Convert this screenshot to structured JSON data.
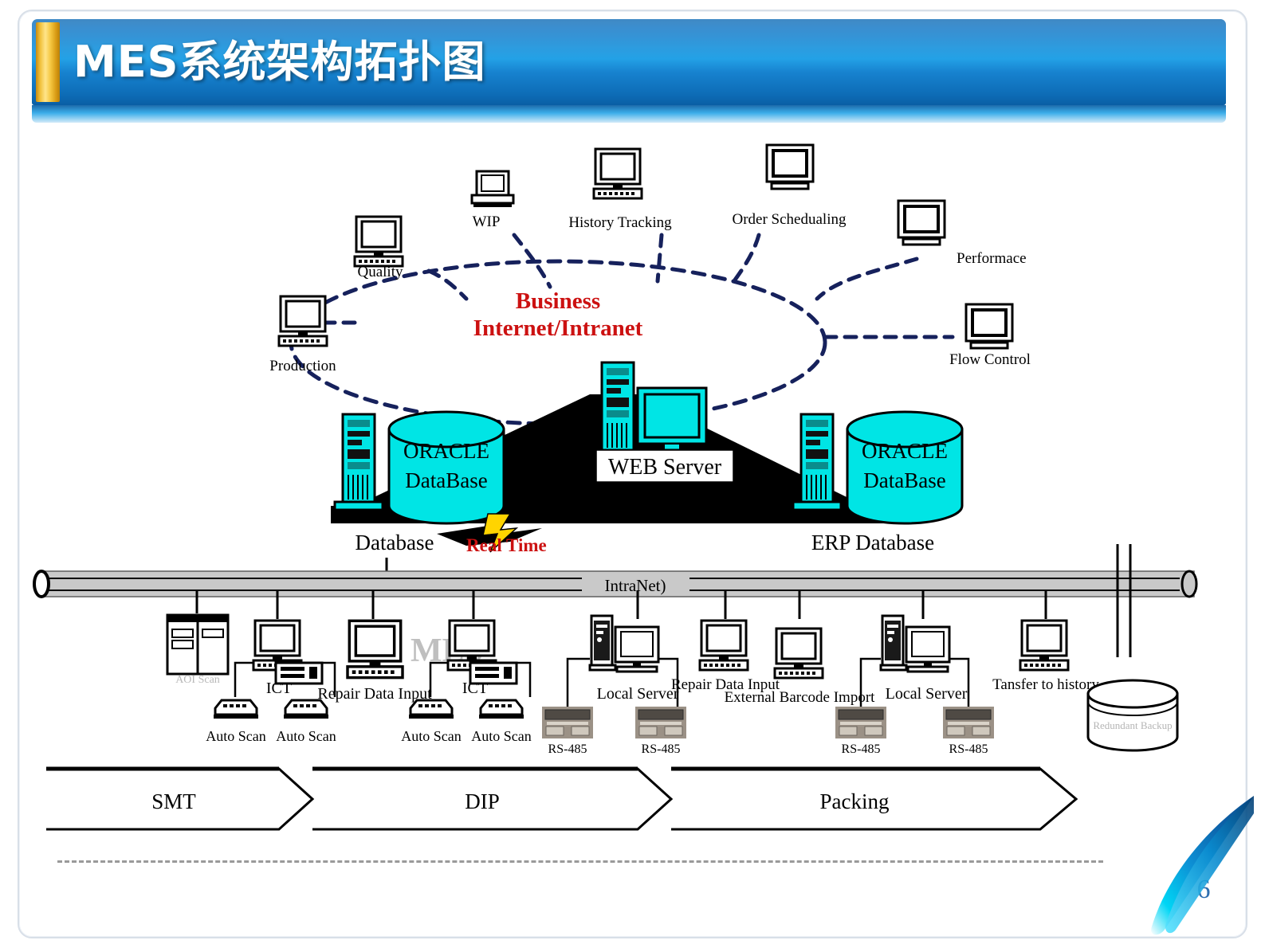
{
  "slide": {
    "title": "MES系统架构拓扑图",
    "page_number": "6",
    "accent_blue": "#1f95dd",
    "accent_gold": "#f0c03a",
    "page_number_color": "#2f6fb0"
  },
  "diagram": {
    "cloud": {
      "label_line1": "Business",
      "label_line2": "Internet/Intranet",
      "label_color": "#cc1111"
    },
    "top_nodes": [
      {
        "label": "Quality",
        "icon": "desktop-computer-icon"
      },
      {
        "label": "WIP",
        "icon": "laptop-icon"
      },
      {
        "label": "History Tracking",
        "icon": "desktop-computer-icon"
      },
      {
        "label": "Order Schedualing",
        "icon": "crt-monitor-icon"
      },
      {
        "label": "Performace",
        "icon": "crt-monitor-icon"
      },
      {
        "label": "Production",
        "icon": "desktop-computer-icon"
      },
      {
        "label": "Flow Control",
        "icon": "crt-monitor-icon"
      }
    ],
    "servers": {
      "web_server": {
        "label": "WEB Server",
        "icon": "server-tower-and-monitor-icon"
      },
      "left_db": {
        "cylinder_line1": "ORACLE",
        "cylinder_line2": "DataBase",
        "caption": "Database",
        "color": "#00e5e5"
      },
      "right_db": {
        "cylinder_line1": "ORACLE",
        "cylinder_line2": "DataBase",
        "caption": "ERP Database",
        "color": "#00e5e5"
      },
      "realtime_badge": {
        "label": "Real Time",
        "color": "#cc1111",
        "bolt_color": "#ffd400"
      }
    },
    "bus": {
      "label": "IntraNet)",
      "color": "#c9c9c9"
    },
    "watermark": "MES",
    "shopfloor_nodes": [
      {
        "label": "AOI Scan",
        "icon": "rack-cabinet-icon",
        "faded": true
      },
      {
        "label": "ICT",
        "icon": "desktop-computer-icon"
      },
      {
        "label": "Auto Scan",
        "icon": "scanner-icon"
      },
      {
        "label": "Auto Scan",
        "icon": "scanner-icon"
      },
      {
        "label": "Repair Data Input",
        "icon": "desktop-computer-icon"
      },
      {
        "label": "ICT",
        "icon": "desktop-computer-icon"
      },
      {
        "label": "Auto Scan",
        "icon": "scanner-icon"
      },
      {
        "label": "Auto Scan",
        "icon": "scanner-icon"
      },
      {
        "label": "Local Server",
        "icon": "server-tower-and-monitor-icon"
      },
      {
        "label": "RS-485",
        "icon": "rs485-terminal-icon"
      },
      {
        "label": "RS-485",
        "icon": "rs485-terminal-icon"
      },
      {
        "label": "Repair Data Input",
        "icon": "desktop-computer-icon"
      },
      {
        "label": "External Barcode Import",
        "icon": "desktop-computer-icon"
      },
      {
        "label": "Local Server",
        "icon": "server-tower-and-monitor-icon"
      },
      {
        "label": "RS-485",
        "icon": "rs485-terminal-icon"
      },
      {
        "label": "RS-485",
        "icon": "rs485-terminal-icon"
      },
      {
        "label": "Tansfer to history",
        "icon": "desktop-computer-icon"
      },
      {
        "label": "Redundant Backup",
        "icon": "database-cylinder-icon",
        "faded": true
      }
    ],
    "process_arrows": [
      {
        "label": "SMT"
      },
      {
        "label": "DIP"
      },
      {
        "label": "Packing"
      }
    ]
  }
}
